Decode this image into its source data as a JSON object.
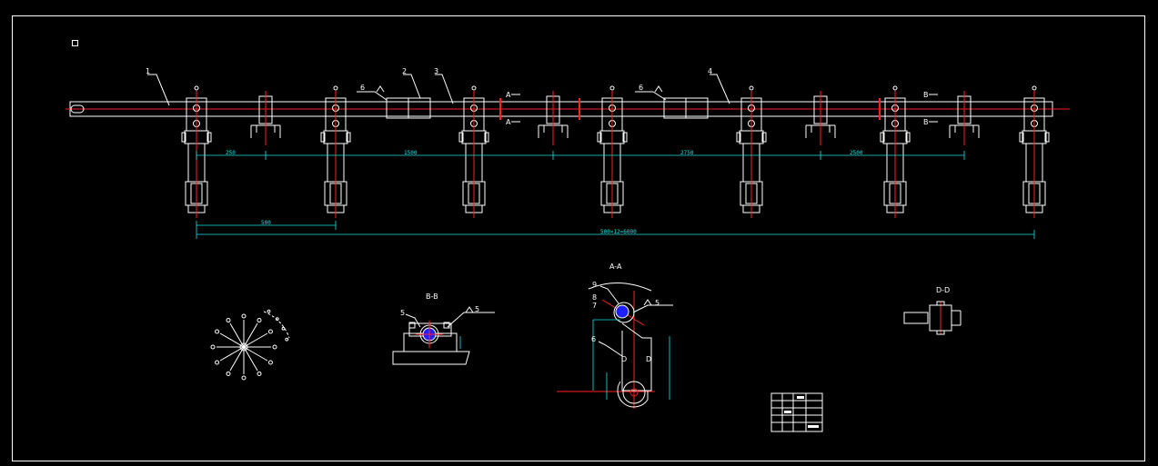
{
  "drawing": {
    "part_labels": [
      "1",
      "2",
      "3",
      "4"
    ],
    "weld_symbols": [
      {
        "size": "6"
      },
      {
        "size": "6"
      },
      {
        "size": "5"
      },
      {
        "size": "5"
      }
    ],
    "section_marks": {
      "a_top": "A",
      "a_bottom": "A",
      "b_top": "B",
      "b_bottom": "B"
    },
    "dimensions": {
      "span_1": "250",
      "span_2": "1500",
      "span_3": "2750",
      "span_4": "2500",
      "pitch": "500",
      "overall": "500×12=6000"
    },
    "views": {
      "section_bb_title": "B-B",
      "section_aa_title": "A-A",
      "section_dd_title": "D-D",
      "bb_callout": "5",
      "aa_callouts": [
        "9",
        "8",
        "7",
        "6"
      ],
      "aa_section_marks": [
        "D",
        "D"
      ]
    }
  }
}
